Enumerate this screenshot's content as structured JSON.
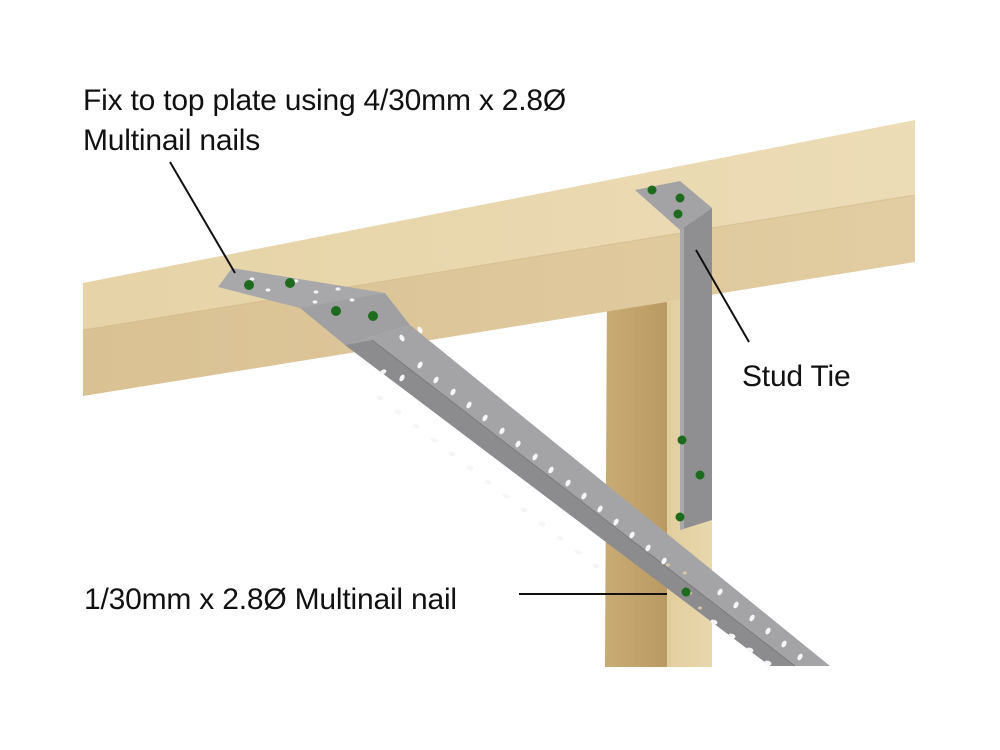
{
  "diagram": {
    "type": "timber framing connection detail",
    "components": [
      {
        "id": "top-plate",
        "name": "Top plate (timber beam)"
      },
      {
        "id": "stud",
        "name": "Stud (vertical timber)"
      },
      {
        "id": "stud-tie",
        "name": "Stud Tie"
      },
      {
        "id": "bracing-strap",
        "name": "Perforated bracing strap"
      }
    ],
    "colors": {
      "timber_top": "#e8d6ac",
      "timber_front": "#dcc597",
      "timber_stud_shadow": "#bfa06a",
      "timber_stud_face": "#e3cf9f",
      "metal_light": "#a6a6a8",
      "metal_dark": "#8a8a8d",
      "nail_head": "#1e6b1e",
      "leader_line": "#111111"
    }
  },
  "labels": {
    "top_plate_fixing": {
      "line1": "Fix to top plate using 4/30mm x 2.8Ø",
      "line2": "Multinail nails"
    },
    "stud_tie": "Stud Tie",
    "stud_nail": "1/30mm x 2.8Ø Multinail nail"
  }
}
